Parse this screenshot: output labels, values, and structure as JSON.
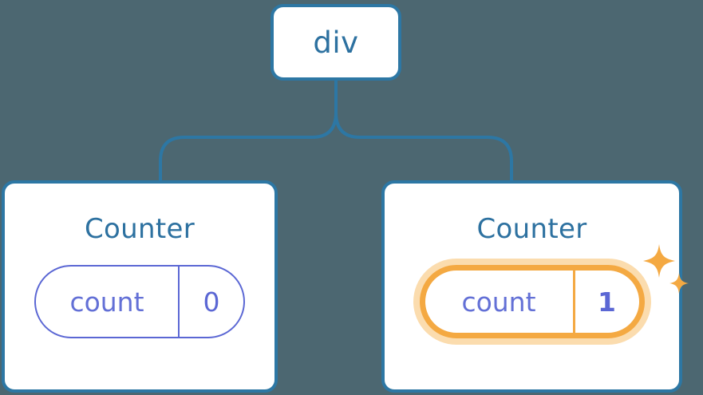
{
  "diagram": {
    "type": "component-tree",
    "background_color": "#4c6771",
    "node_border_color": "#2d77a4",
    "node_text_color": "#2d71a0",
    "accent_indigo": "#5b67d4",
    "accent_orange": "#f4a942",
    "accent_orange_glow": "#fbdcae",
    "connector_color": "#2d77a4"
  },
  "root": {
    "label": "div"
  },
  "children": [
    {
      "title": "Counter",
      "state": {
        "key": "count",
        "value": "0",
        "highlighted": false
      }
    },
    {
      "title": "Counter",
      "state": {
        "key": "count",
        "value": "1",
        "highlighted": true
      },
      "sparkle_icons": [
        "sparkle-large",
        "sparkle-small"
      ]
    }
  ]
}
